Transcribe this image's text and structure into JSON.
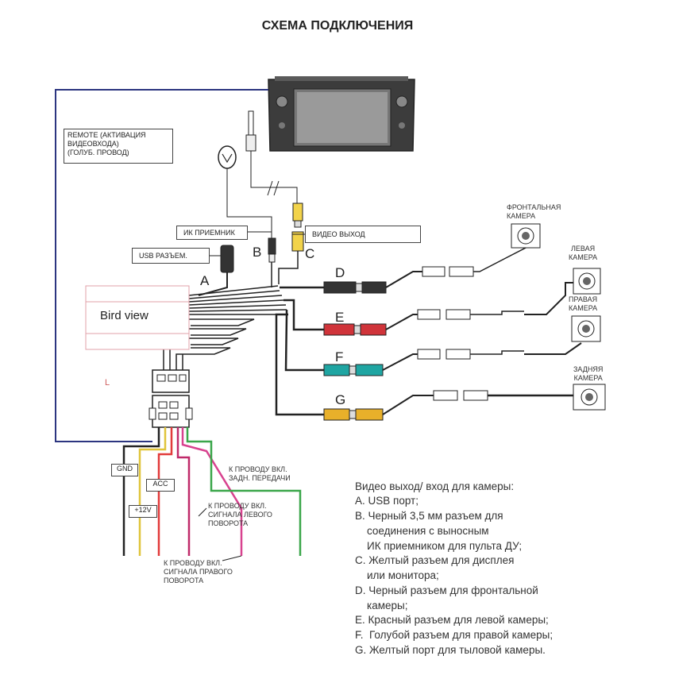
{
  "title": "СХЕМА ПОДКЛЮЧЕНИЯ",
  "callouts": {
    "remote": [
      "REMOTE (АКТИВАЦИЯ",
      "ВИДЕОВХОДА)",
      "(ГОЛУБ. ПРОВОД)"
    ],
    "ir_receiver": "ИК ПРИЕМНИК",
    "usb": "USB РАЗЪЕМ.",
    "video_out": "ВИДЕО ВЫХОД"
  },
  "letters": [
    "A",
    "B",
    "C",
    "D",
    "E",
    "F",
    "G"
  ],
  "bird_view": "Bird view",
  "small_mark": "L",
  "cameras": {
    "front": [
      "ФРОНТАЛЬНАЯ",
      "КАМЕРА"
    ],
    "left": [
      "ЛЕВАЯ",
      "КАМЕРА"
    ],
    "right": [
      "ПРАВАЯ",
      "КАМЕРА"
    ],
    "rear": [
      "ЗАДНЯЯ",
      "КАМЕРА"
    ]
  },
  "power": {
    "gnd": "GND",
    "acc": "ACC",
    "v12": "+12V"
  },
  "wire_notes": {
    "reverse": [
      "К ПРОВОДУ ВКЛ.",
      "ЗАДН. ПЕРЕДАЧИ"
    ],
    "left_turn": [
      "К ПРОВОДУ ВКЛ.",
      "СИГНАЛА ЛЕВОГО",
      "ПОВОРОТА"
    ],
    "right_turn": [
      "К ПРОВОДУ ВКЛ.",
      "СИГНАЛА ПРАВОГО",
      "ПОВОРОТА"
    ]
  },
  "description": [
    "Видео выход/ вход для камеры:",
    "A. USB порт;",
    "B. Черный 3,5 мм разъем для",
    "    соединения с выносным",
    "    ИК приемником для пульта ДУ;",
    "C. Желтый разъем для дисплея",
    "    или монитора;",
    "D. Черный разъем для фронтальной",
    "    камеры;",
    "E. Красный разъем для левой камеры;",
    "F.  Голубой разъем для правой камеры;",
    "G. Желтый порт для тыловой камеры."
  ],
  "colors": {
    "frame_blue": "#2c3580",
    "red_plug": "#d0343a",
    "cyan_plug": "#1fa5a2",
    "yellow_plug": "#e8b02a",
    "gnd_wire": "#222222",
    "acc_wire": "#e0c43a",
    "v12_wire": "#e23a3a",
    "left_turn_wire": "#d8428f",
    "right_turn_wire": "#c02a6a",
    "reverse_wire": "#3aa64a"
  }
}
